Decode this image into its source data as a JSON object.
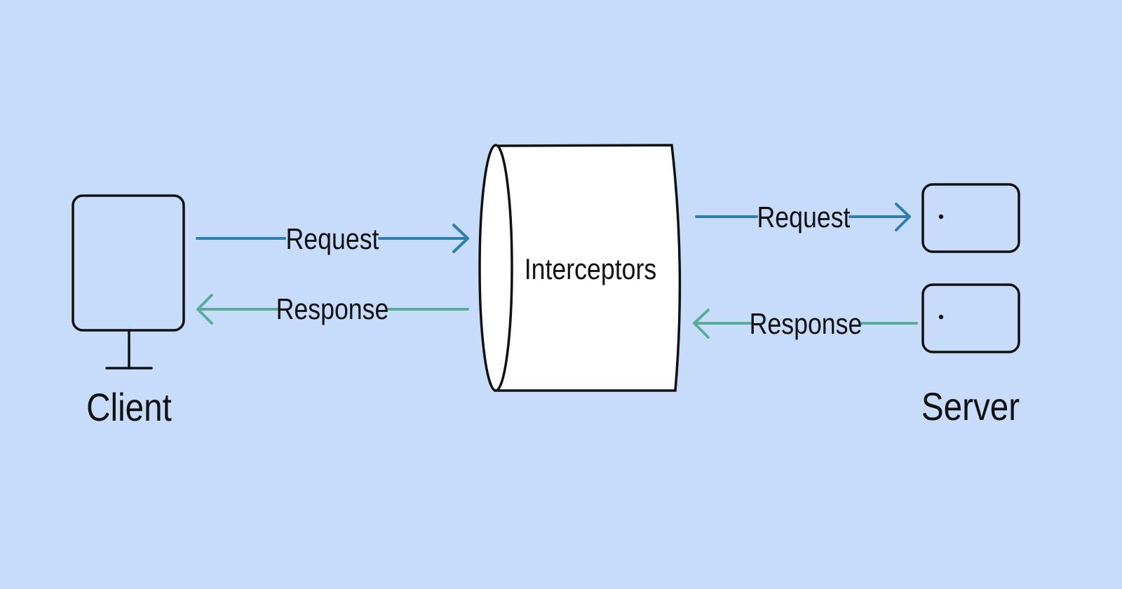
{
  "colors": {
    "background": "#c7dcfb",
    "request": "#2e7fb0",
    "response": "#5aab98",
    "stroke": "#111111"
  },
  "client": {
    "label": "Client"
  },
  "server": {
    "label": "Server"
  },
  "interceptors": {
    "label": "Interceptors"
  },
  "client_side": {
    "request_label": "Request",
    "response_label": "Response"
  },
  "server_side": {
    "request_label": "Request",
    "response_label": "Response"
  }
}
